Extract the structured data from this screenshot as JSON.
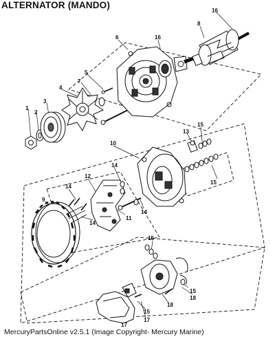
{
  "title": "ALTERNATOR (MANDO)",
  "footer": "MercuryPartsOnline v2.5.1 (Image Copyright- Mercury Marine)",
  "callouts": {
    "c1": "1",
    "c2": "2",
    "c3": "3",
    "c4": "4",
    "c5": "5",
    "c6": "6",
    "c7": "7",
    "c8": "8",
    "c9": "9",
    "c10": "10",
    "c11": "11",
    "c12": "12",
    "c13": "13",
    "c14a": "14",
    "c14b": "14",
    "c14c": "14",
    "c14d": "14",
    "c15a": "15",
    "c15b": "15",
    "c15c": "15",
    "c15d": "15",
    "c15e": "15",
    "c16a": "16",
    "c16b": "16",
    "c17a": "17",
    "c17b": "17",
    "c18a": "18",
    "c18b": "18"
  }
}
